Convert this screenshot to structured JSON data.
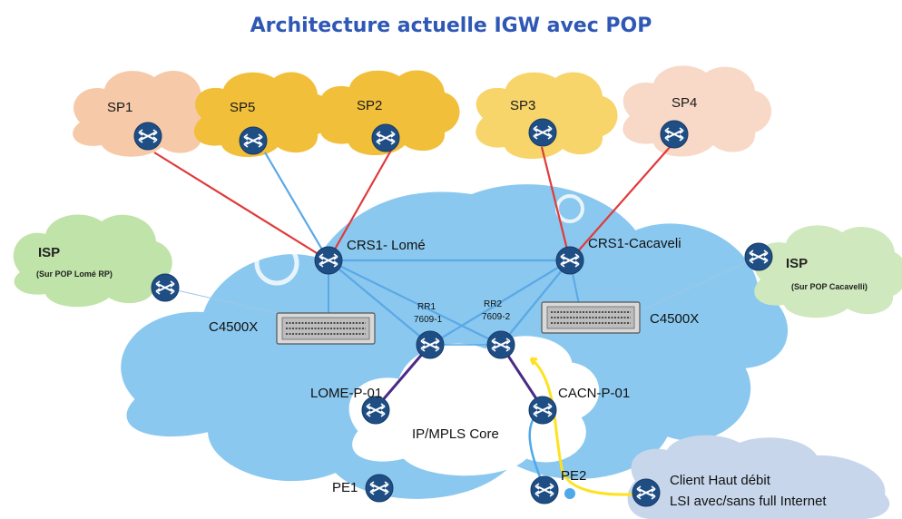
{
  "title": "Architecture actuelle IGW avec POP",
  "providers": {
    "sp1": "SP1",
    "sp5": "SP5",
    "sp2": "SP2",
    "sp3": "SP3",
    "sp4": "SP4"
  },
  "isp": {
    "left_name": "ISP",
    "left_detail": "(Sur POP Lomé RP)",
    "right_name": "ISP",
    "right_detail": "(Sur POP Cacavelli)"
  },
  "nodes": {
    "crs1_lome": "CRS1- Lomé",
    "crs1_cacaveli": "CRS1-Cacaveli",
    "c4500x_left": "C4500X",
    "c4500x_right": "C4500X",
    "rr1_name": "RR1",
    "rr1_model": "7609-1",
    "rr2_name": "RR2",
    "rr2_model": "7609-2",
    "lome_p01": "LOME-P-01",
    "cacn_p01": "CACN-P-01",
    "core": "IP/MPLS Core",
    "pe1": "PE1",
    "pe2": "PE2"
  },
  "client": {
    "line1": "Client Haut débit",
    "line2": "LSI avec/sans full Internet"
  },
  "colors": {
    "title": "#2f58b5",
    "link_red": "#e03a3a",
    "link_blue": "#5aa8e6",
    "link_purple": "#4b2a88",
    "link_yellow": "#ffe21f",
    "router": "#1f4e85",
    "backbone_cloud": "#8ac8ef",
    "sp_orange": "#f6c9a8",
    "sp_gold": "#f2bf3a",
    "sp_yellow": "#f7d56a",
    "isp_green": "#bfe3a8",
    "client_cloud": "#c7d6ea"
  },
  "icons": [
    "router-icon",
    "switch-chassis-icon",
    "cloud-icon"
  ]
}
